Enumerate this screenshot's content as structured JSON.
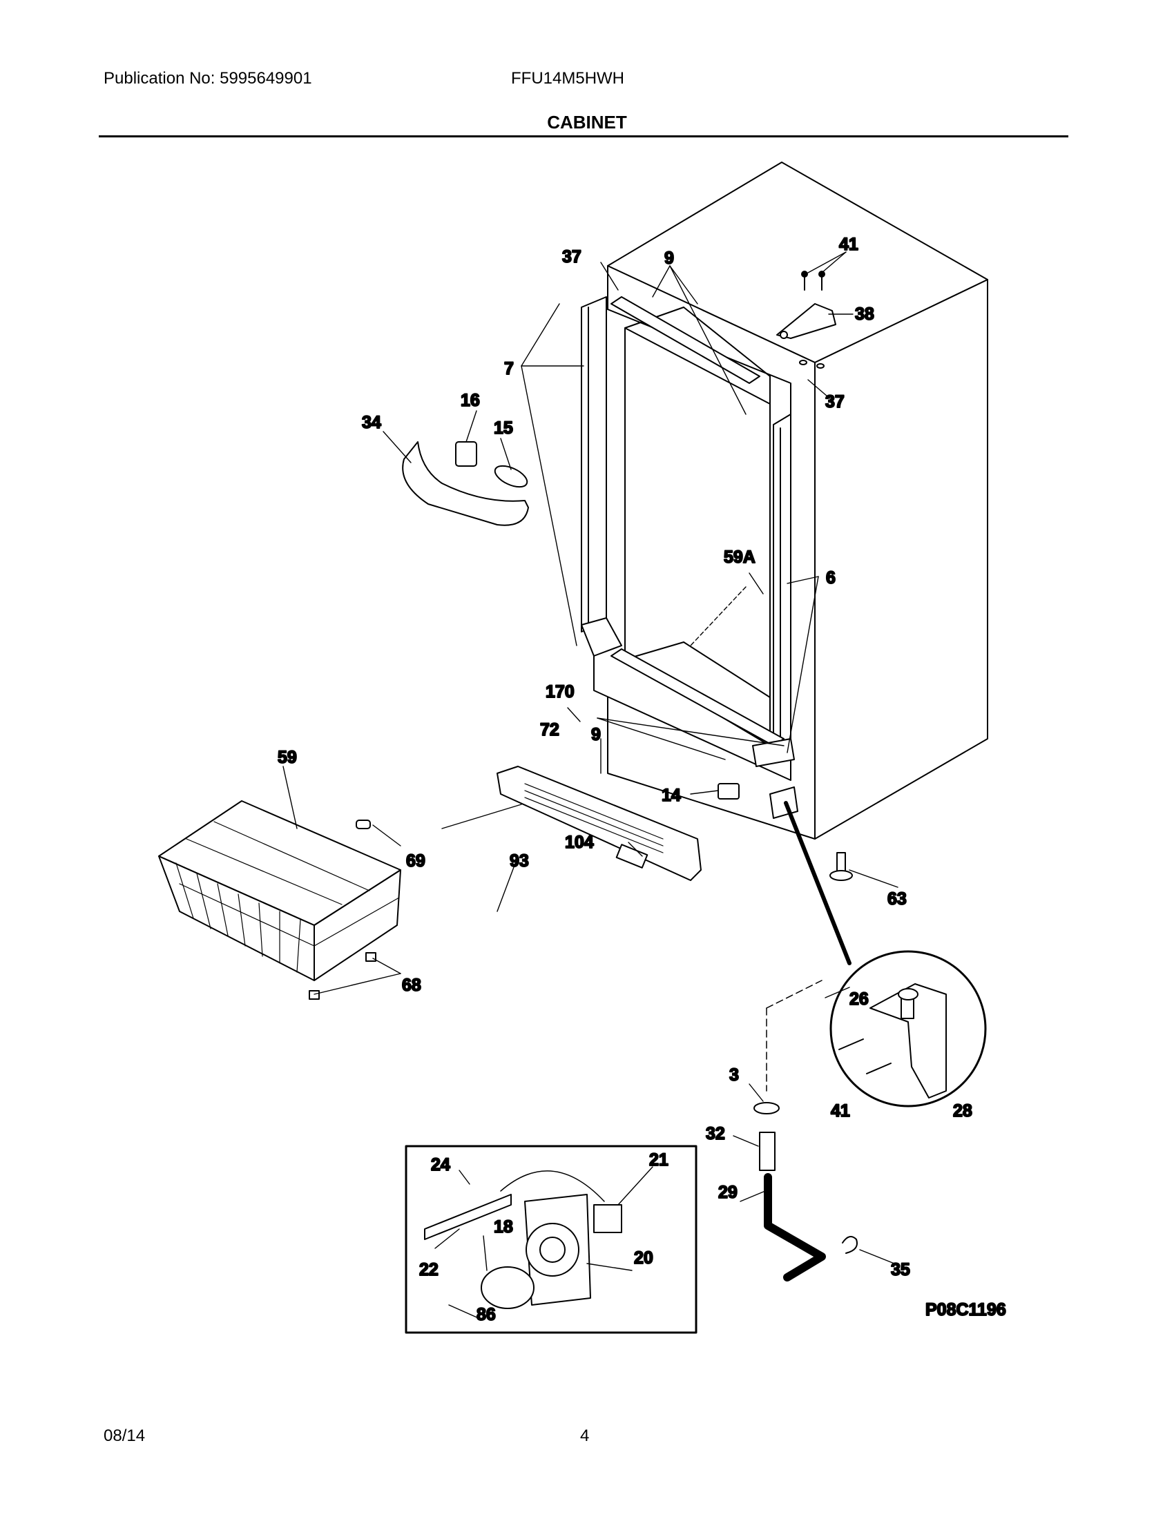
{
  "header": {
    "publication": "Publication No: 5995649901",
    "model": "FFU14M5HWH",
    "section": "CABINET"
  },
  "callouts": [
    "37",
    "9",
    "41",
    "38",
    "37",
    "7",
    "16",
    "15",
    "34",
    "59A",
    "6",
    "170",
    "72",
    "9",
    "59",
    "14",
    "69",
    "104",
    "93",
    "63",
    "68",
    "26",
    "3",
    "41",
    "28",
    "32",
    "29",
    "24",
    "21",
    "18",
    "22",
    "20",
    "35",
    "86"
  ],
  "figure_code": "P08C1196",
  "footer": {
    "date": "08/14",
    "page": "4"
  }
}
